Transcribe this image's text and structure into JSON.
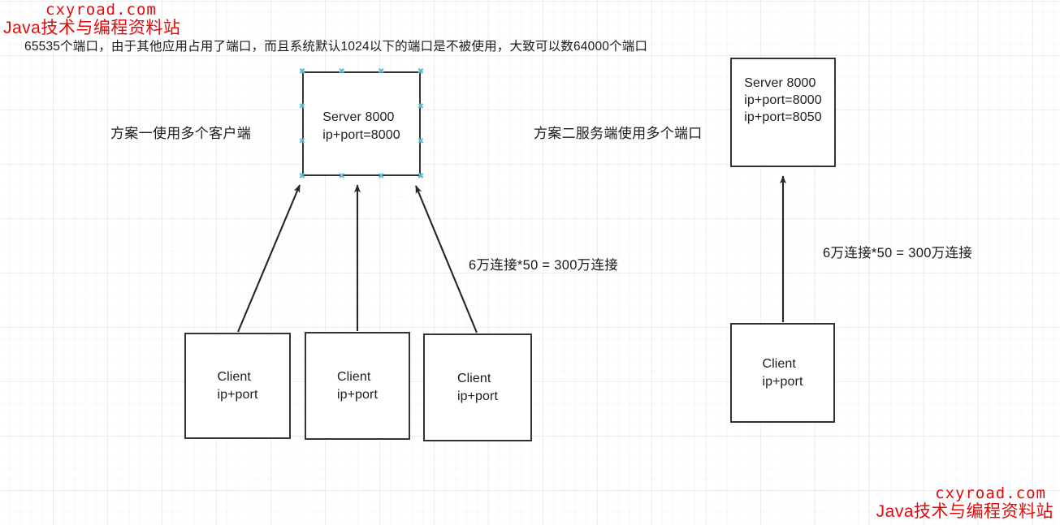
{
  "watermarks": {
    "top": {
      "domain": "cxyroad.com",
      "site": "Java技术与编程资料站"
    },
    "bottom": {
      "domain": "cxyroad.com",
      "site": "Java技术与编程资料站"
    },
    "color": "#e00b0b"
  },
  "header_note": "65535个端口，由于其他应用占用了端口，而且系统默认1024以下的端口是不被使用，大致可以数64000个端口",
  "labels": {
    "plan_one": "方案一使用多个客户端",
    "plan_two": "方案二服务端使用多个端口",
    "calc_left": "6万连接*50 = 300万连接",
    "calc_right": "6万连接*50 = 300万连接"
  },
  "nodes": {
    "server_a": {
      "title": "Server 8000",
      "line2": "ip+port=8000",
      "selected": true
    },
    "server_b": {
      "title": "Server 8000",
      "line2": "ip+port=8000",
      "line3": "ip+port=8050",
      "selected": false
    },
    "client_1": {
      "title": "Client",
      "line2": "ip+port"
    },
    "client_2": {
      "title": "Client",
      "line2": "ip+port"
    },
    "client_3": {
      "title": "Client",
      "line2": "ip+port"
    },
    "client_4": {
      "title": "Client",
      "line2": "ip+port"
    }
  },
  "edges": [
    {
      "name": "client-1-to-server-a",
      "from": "client_1",
      "to": "server_a"
    },
    {
      "name": "client-2-to-server-a",
      "from": "client_2",
      "to": "server_a"
    },
    {
      "name": "client-3-to-server-a",
      "from": "client_3",
      "to": "server_a"
    },
    {
      "name": "client-4-to-server-b",
      "from": "client_4",
      "to": "server_b"
    }
  ],
  "colors": {
    "stroke": "#333333",
    "grid": "#c9cede",
    "selection_handle": "#62b8d8",
    "text": "#1a1a1a"
  }
}
